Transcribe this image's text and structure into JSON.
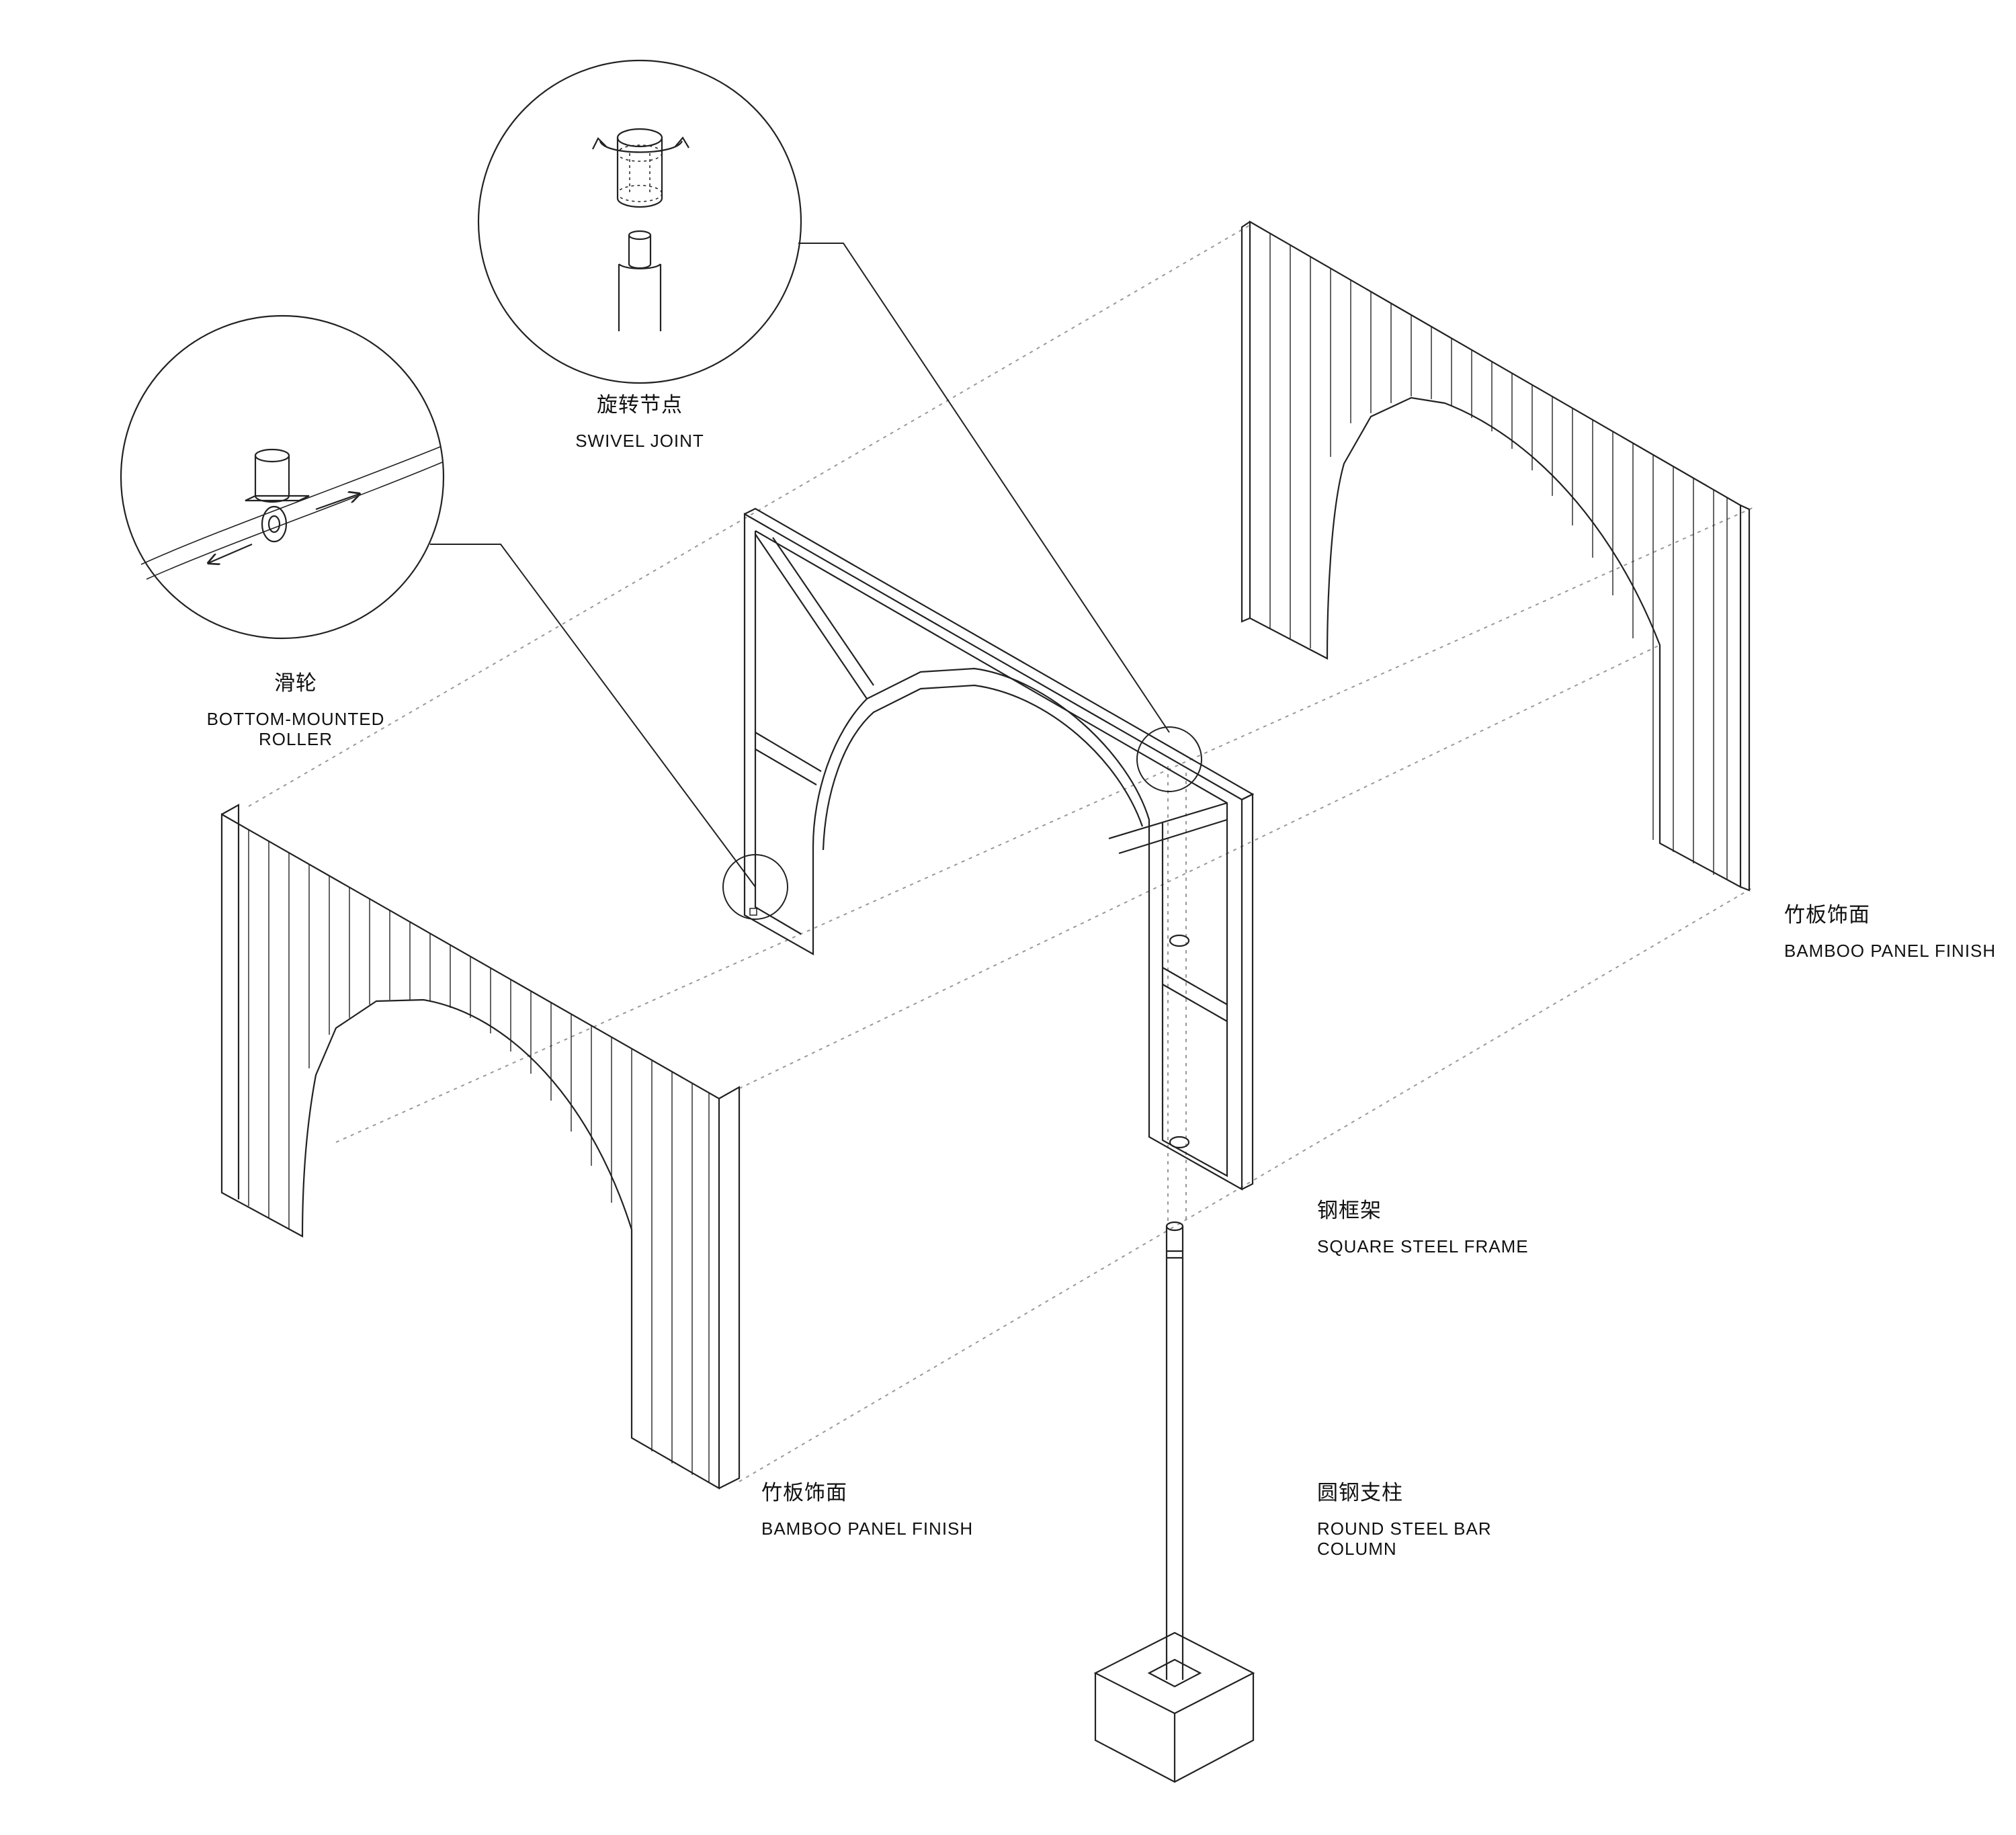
{
  "labels": {
    "swivel_joint": {
      "cn": "旋转节点",
      "en": "SWIVEL JOINT"
    },
    "roller": {
      "cn": "滑轮",
      "en_line1": "BOTTOM-MOUNTED",
      "en_line2": "ROLLER"
    },
    "bamboo_back": {
      "cn": "竹板饰面",
      "en": "BAMBOO PANEL FINISH"
    },
    "bamboo_front": {
      "cn": "竹板饰面",
      "en": "BAMBOO PANEL FINISH"
    },
    "steel_frame": {
      "cn": "钢框架",
      "en": "SQUARE STEEL FRAME"
    },
    "steel_column": {
      "cn": "圆钢支柱",
      "en_line1": "ROUND STEEL BAR",
      "en_line2": "COLUMN"
    }
  },
  "colors": {
    "line": "#222222",
    "dashed": "#999999",
    "background": "#ffffff"
  }
}
